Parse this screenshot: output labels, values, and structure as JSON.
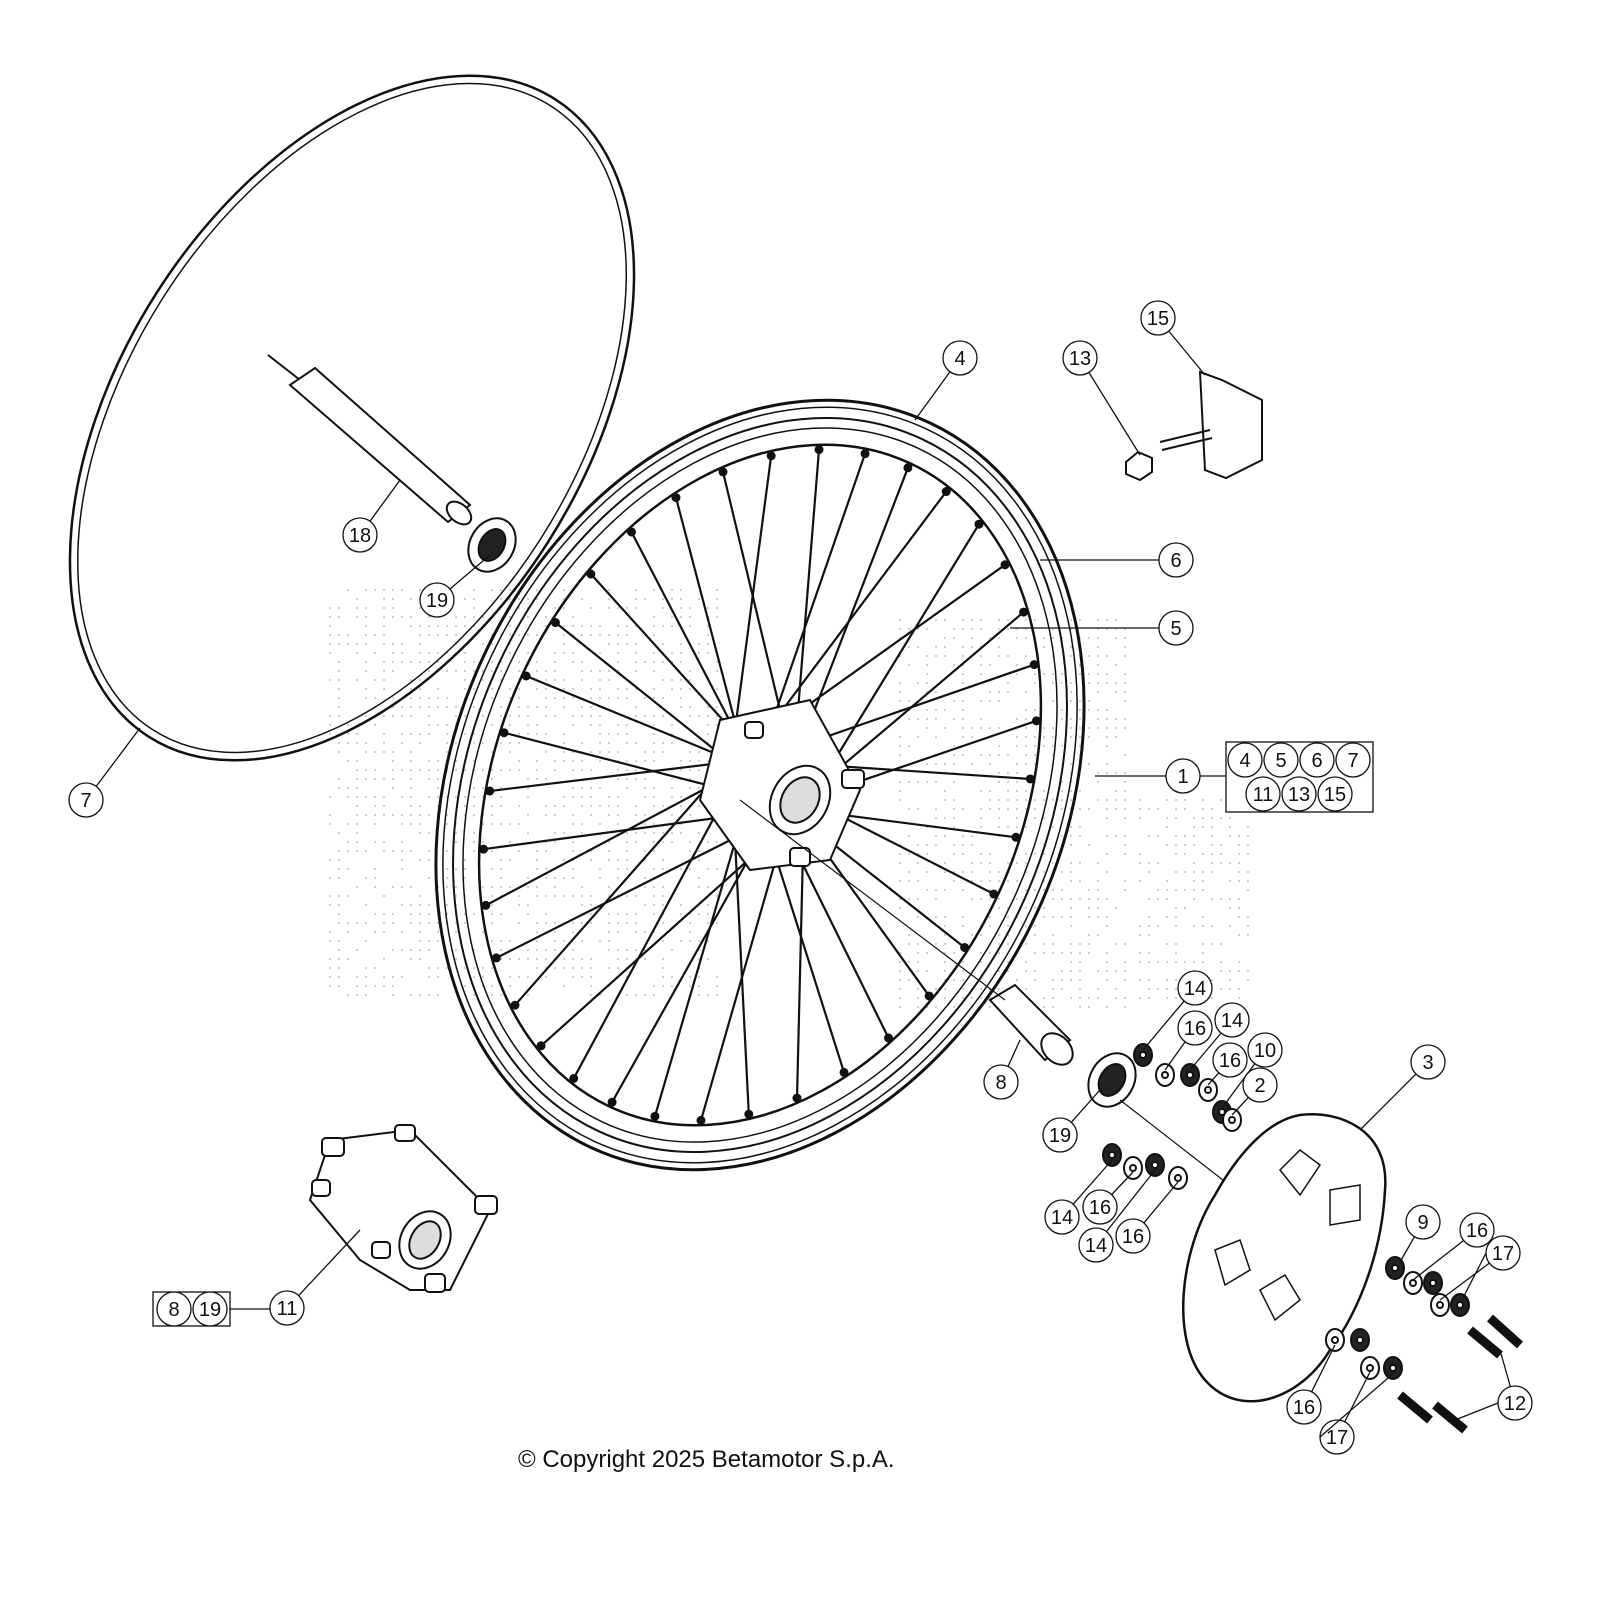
{
  "diagram": {
    "callouts": [
      "4",
      "13",
      "15",
      "18",
      "19",
      "6",
      "5",
      "7",
      "1",
      "14",
      "16",
      "14",
      "16",
      "10",
      "2",
      "8",
      "19",
      "3",
      "14",
      "16",
      "14",
      "16",
      "9",
      "16",
      "17",
      "12",
      "16",
      "17",
      "11"
    ],
    "kit_box_1": [
      "4",
      "5",
      "6",
      "7",
      "11",
      "13",
      "15"
    ],
    "kit_box_11": [
      "8",
      "19"
    ]
  },
  "footer": {
    "copyright": "© Copyright 2025 Betamotor S.p.A."
  },
  "colors": {
    "line": "#111111",
    "watermark": "#c8c8c8"
  }
}
